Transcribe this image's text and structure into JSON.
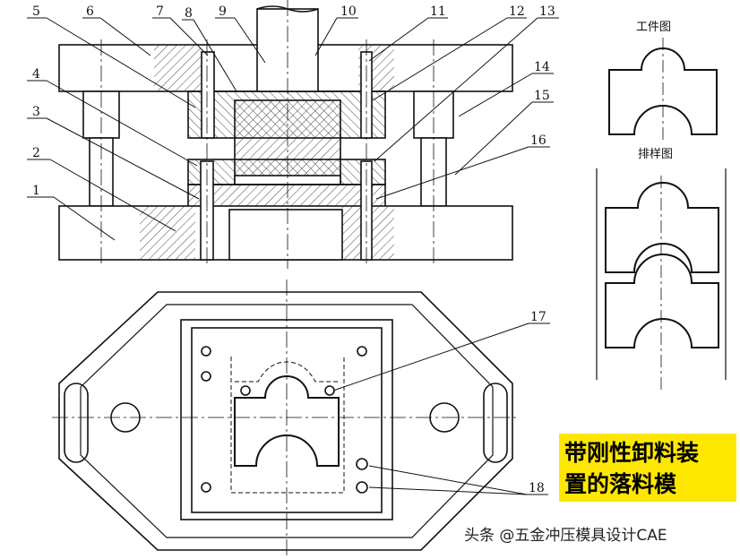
{
  "part_numbers": [
    "1",
    "2",
    "3",
    "4",
    "5",
    "6",
    "7",
    "8",
    "9",
    "10",
    "11",
    "12",
    "13",
    "14",
    "15",
    "16",
    "17",
    "18"
  ],
  "workpiece_title": "工件图",
  "layout_title": "排样图",
  "caption": {
    "line1": "带刚性卸料装",
    "line2": "置的落料模"
  },
  "watermark": "头条 @五金冲压模具设计CAE"
}
